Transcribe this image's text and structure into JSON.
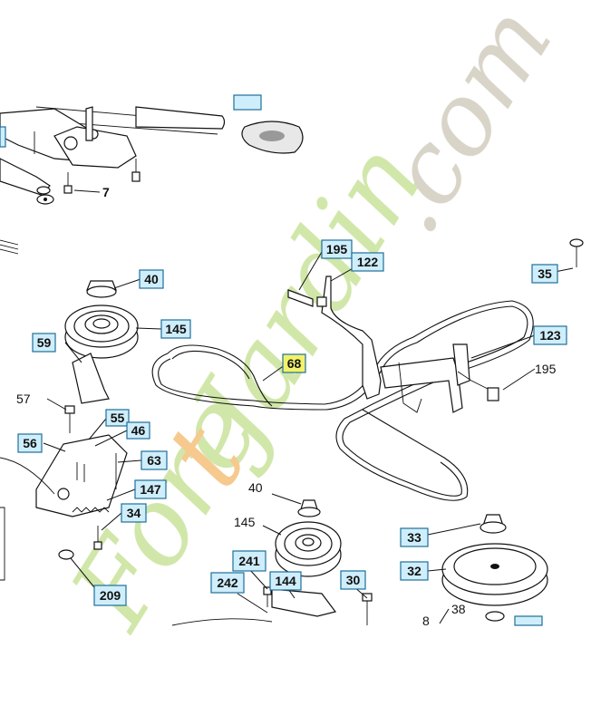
{
  "diagram": {
    "callouts_boxed": [
      {
        "id": "c40a",
        "label": "40"
      },
      {
        "id": "c145a",
        "label": "145"
      },
      {
        "id": "c59",
        "label": "59"
      },
      {
        "id": "c56",
        "label": "56"
      },
      {
        "id": "c55",
        "label": "55"
      },
      {
        "id": "c46",
        "label": "46"
      },
      {
        "id": "c63",
        "label": "63"
      },
      {
        "id": "c147",
        "label": "147"
      },
      {
        "id": "c34",
        "label": "34"
      },
      {
        "id": "c209",
        "label": "209"
      },
      {
        "id": "c195a",
        "label": "195"
      },
      {
        "id": "c122",
        "label": "122"
      },
      {
        "id": "c68",
        "label": "68"
      },
      {
        "id": "c123",
        "label": "123"
      },
      {
        "id": "c35",
        "label": "35"
      },
      {
        "id": "c33",
        "label": "33"
      },
      {
        "id": "c32",
        "label": "32"
      },
      {
        "id": "c241",
        "label": "241"
      },
      {
        "id": "c242",
        "label": "242"
      },
      {
        "id": "c144",
        "label": "144"
      },
      {
        "id": "c30",
        "label": "30"
      }
    ],
    "callouts_plain": [
      {
        "id": "p7",
        "label": "7"
      },
      {
        "id": "p57",
        "label": "57"
      },
      {
        "id": "p195b",
        "label": "195"
      },
      {
        "id": "p40b",
        "label": "40"
      },
      {
        "id": "p145b",
        "label": "145"
      },
      {
        "id": "p38",
        "label": "38"
      },
      {
        "id": "p8",
        "label": "8"
      }
    ],
    "watermark": {
      "text_fore": "Fore",
      "text_t": "t",
      "text_rest": "Jardin",
      "text_com": ".com",
      "colors": {
        "green": "#cfe6a6",
        "orange": "#f6c789",
        "grey": "#d6d2c6"
      }
    },
    "accent": {
      "box_fill": "#cfeefb",
      "box_stroke": "#1f6f9a",
      "highlight": "#f2f26a"
    }
  }
}
